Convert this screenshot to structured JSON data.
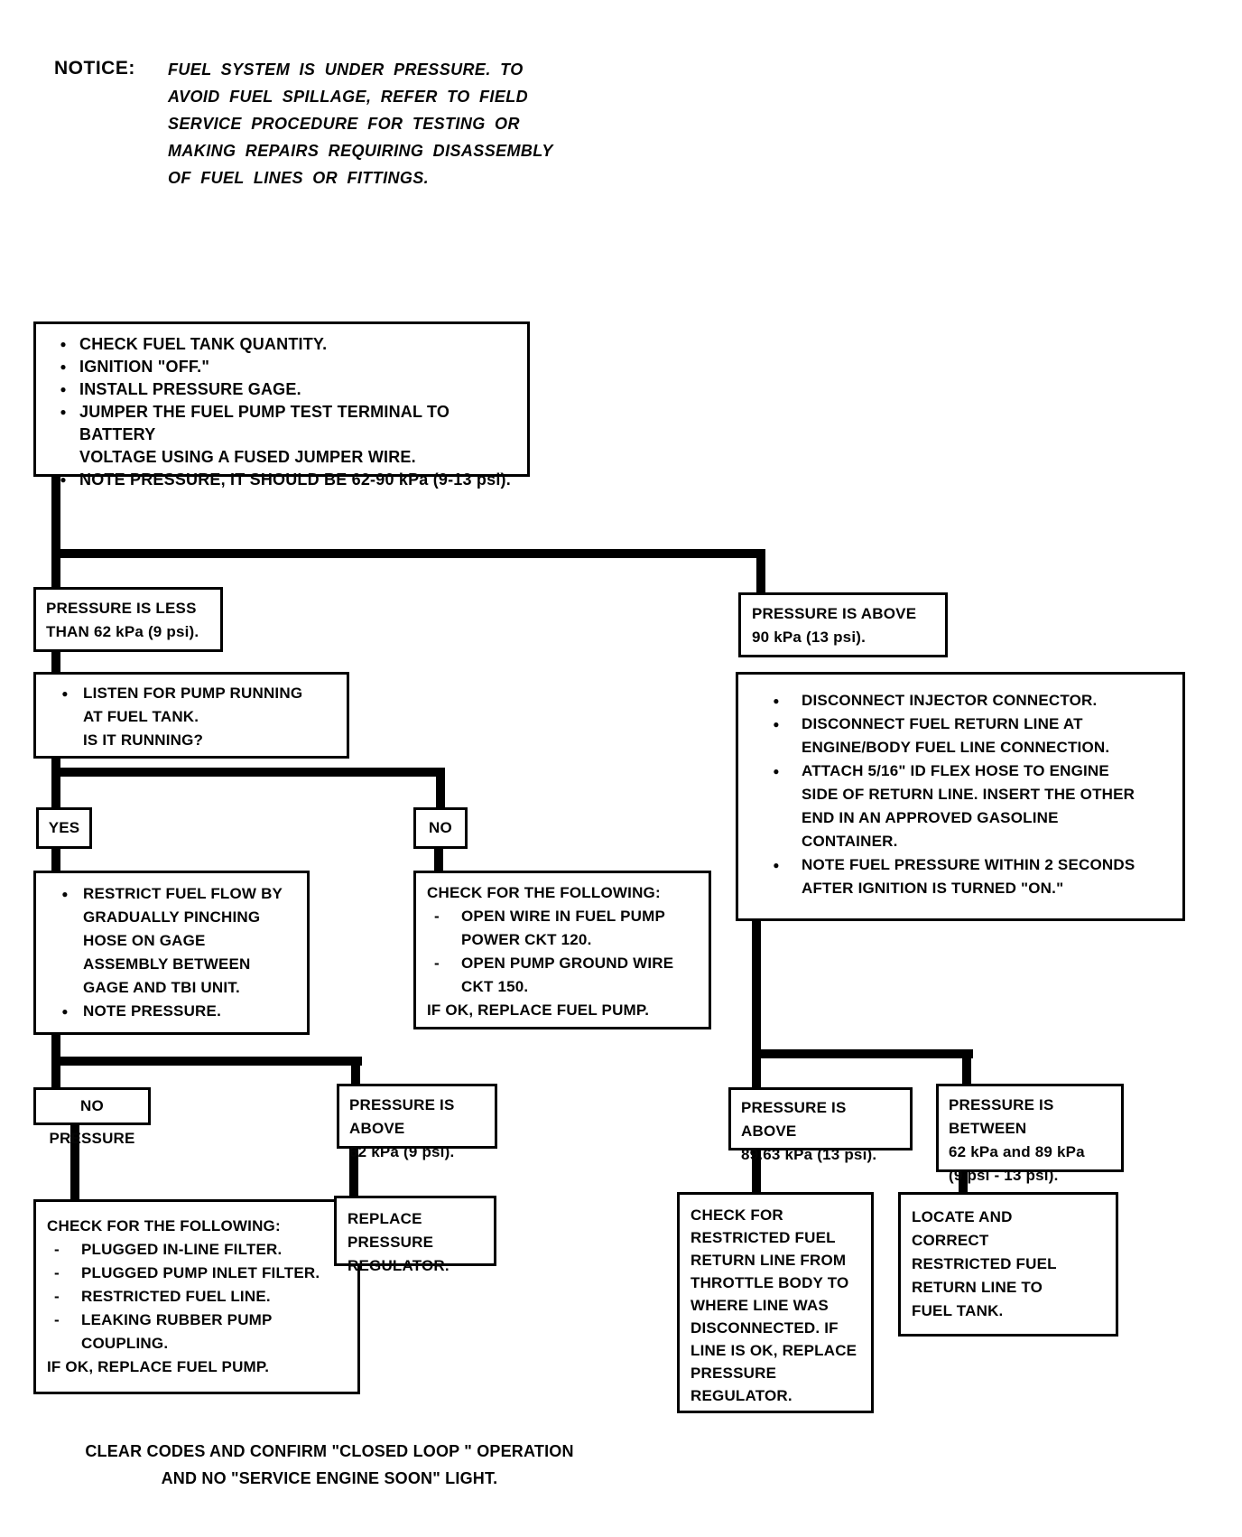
{
  "glyphs": {
    "bullet": "●",
    "dash": "-"
  },
  "notice": {
    "label": "NOTICE:",
    "lines": [
      "FUEL SYSTEM IS UNDER PRESSURE.  TO",
      "AVOID FUEL SPILLAGE, REFER TO FIELD",
      "SERVICE PROCEDURE FOR TESTING OR",
      "MAKING REPAIRS REQUIRING DISASSEMBLY",
      "OF FUEL LINES OR FITTINGS."
    ]
  },
  "start": {
    "items": [
      [
        "CHECK FUEL TANK QUANTITY."
      ],
      [
        "IGNITION \"OFF.\""
      ],
      [
        "INSTALL PRESSURE GAGE."
      ],
      [
        "JUMPER THE FUEL PUMP TEST TERMINAL TO BATTERY",
        "VOLTAGE USING A FUSED JUMPER WIRE."
      ],
      [
        "NOTE PRESSURE, IT SHOULD BE 62-90 kPa (9-13 psi)."
      ]
    ]
  },
  "pressure_less": {
    "lines": [
      "PRESSURE IS LESS",
      "THAN 62 kPa (9 psi)."
    ]
  },
  "pressure_above_90": {
    "lines": [
      "PRESSURE IS ABOVE",
      "90 kPa (13 psi)."
    ]
  },
  "listen_pump": {
    "lines": [
      "LISTEN FOR PUMP RUNNING",
      "AT FUEL TANK.",
      "IS IT RUNNING?"
    ]
  },
  "yes_label": "YES",
  "no_label": "NO",
  "restrict_flow": {
    "items": [
      [
        "RESTRICT FUEL FLOW BY",
        "GRADUALLY PINCHING",
        "HOSE ON GAGE",
        "ASSEMBLY BETWEEN",
        "GAGE AND TBI UNIT."
      ],
      [
        "NOTE PRESSURE."
      ]
    ]
  },
  "check_circuit": {
    "header": "CHECK FOR THE FOLLOWING:",
    "items": [
      [
        "OPEN WIRE IN FUEL PUMP",
        "POWER CKT 120."
      ],
      [
        "OPEN PUMP GROUND WIRE",
        "CKT 150."
      ]
    ],
    "footer": "IF OK, REPLACE FUEL PUMP."
  },
  "disconnect": {
    "items": [
      [
        "DISCONNECT INJECTOR CONNECTOR."
      ],
      [
        "DISCONNECT FUEL RETURN LINE AT",
        "ENGINE/BODY FUEL LINE CONNECTION."
      ],
      [
        "ATTACH 5/16\" ID FLEX HOSE TO ENGINE",
        "SIDE OF RETURN LINE.  INSERT THE OTHER",
        "END IN AN APPROVED GASOLINE",
        "CONTAINER."
      ],
      [
        "NOTE FUEL PRESSURE WITHIN 2 SECONDS",
        "AFTER IGNITION IS TURNED \"ON.\""
      ]
    ]
  },
  "no_pressure": {
    "label": "NO PRESSURE"
  },
  "above_62": {
    "lines": [
      "PRESSURE IS ABOVE",
      "62 kPa (9 psi)."
    ]
  },
  "above_8963": {
    "lines": [
      "PRESSURE IS ABOVE",
      "89.63 kPa (13 psi)."
    ]
  },
  "between_62_89": {
    "lines": [
      "PRESSURE IS BETWEEN",
      "62 kPa and 89 kPa",
      "(9 psi - 13 psi)."
    ]
  },
  "check_filters": {
    "header": "CHECK FOR THE FOLLOWING:",
    "items": [
      [
        "PLUGGED IN-LINE FILTER."
      ],
      [
        "PLUGGED PUMP INLET FILTER."
      ],
      [
        "RESTRICTED FUEL LINE."
      ],
      [
        "LEAKING RUBBER PUMP",
        "COUPLING."
      ]
    ],
    "footer": "IF OK, REPLACE FUEL PUMP."
  },
  "replace_regulator": {
    "lines": [
      "REPLACE PRESSURE",
      "REGULATOR."
    ]
  },
  "check_return_line": {
    "lines": [
      "CHECK FOR",
      "RESTRICTED FUEL",
      "RETURN LINE FROM",
      "THROTTLE BODY TO",
      "WHERE LINE WAS",
      "DISCONNECTED.  IF",
      "LINE IS OK, REPLACE",
      "PRESSURE",
      "REGULATOR."
    ]
  },
  "locate_correct": {
    "lines": [
      "LOCATE AND",
      "CORRECT",
      "RESTRICTED FUEL",
      "RETURN LINE TO",
      "FUEL TANK."
    ]
  },
  "footer_note": {
    "lines": [
      "CLEAR CODES AND CONFIRM \"CLOSED LOOP \" OPERATION",
      "AND NO \"SERVICE ENGINE SOON\" LIGHT."
    ]
  }
}
